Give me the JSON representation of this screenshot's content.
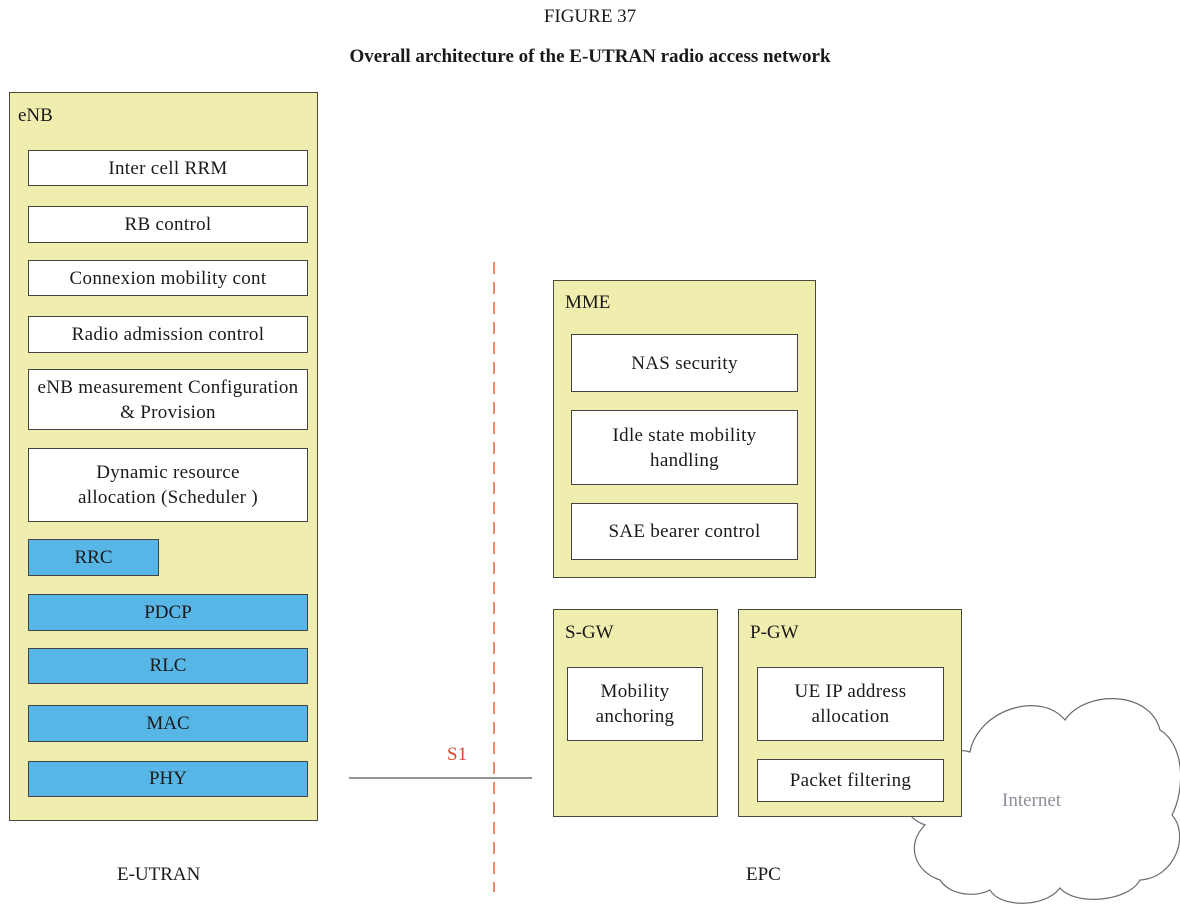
{
  "figure": {
    "number": "FIGURE 37",
    "title": "Overall architecture of the E-UTRAN radio access network"
  },
  "enb": {
    "label": "eNB",
    "functions": [
      "Inter cell RRM",
      "RB control",
      "Connexion mobility cont",
      "Radio admission control",
      "eNB measurement Configuration & Provision",
      "Dynamic resource allocation (Scheduler )"
    ],
    "protocol_layers": [
      "RRC",
      "PDCP",
      "RLC",
      "MAC",
      "PHY"
    ]
  },
  "mme": {
    "label": "MME",
    "functions": [
      "NAS security",
      "Idle state mobility handling",
      "SAE bearer control"
    ]
  },
  "sgw": {
    "label": "S-GW",
    "functions": [
      "Mobility anchoring"
    ]
  },
  "pgw": {
    "label": "P-GW",
    "functions": [
      "UE IP address allocation",
      "Packet filtering"
    ]
  },
  "interface": {
    "label": "S1"
  },
  "internet": {
    "label": "Internet"
  },
  "domains": {
    "left": "E-UTRAN",
    "right": "EPC"
  },
  "colors": {
    "panel": "#f0eeae",
    "protocol_layer": "#58b6e6",
    "interface_line": "#e8603a",
    "interface_label": "#d84a2a",
    "internet_label": "#8a8f9a"
  }
}
